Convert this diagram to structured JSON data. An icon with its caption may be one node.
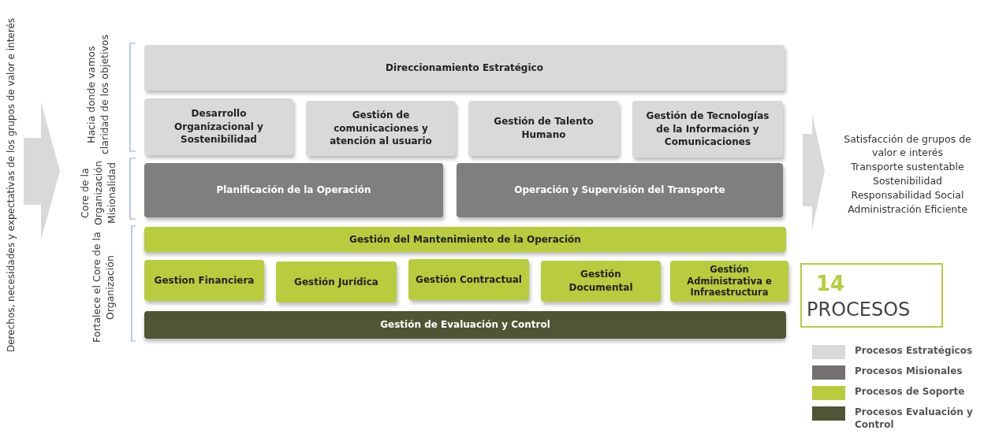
{
  "diagram": {
    "nodes": [
      {
        "text": [
          "Direccionamiento Estratégico"
        ]
      },
      {
        "text": [
          "Desarrollo Organizacional y Sostenibilidad"
        ]
      },
      {
        "text": [
          "Gestión de comunicaciones y atención al usuario"
        ]
      },
      {
        "text": [
          "Gestión de Talento Humano"
        ]
      },
      {
        "text": [
          "Gestión de Tecnologías de la Información y Comunicaciones"
        ]
      },
      {
        "text": [
          "Planificación de la Operación"
        ]
      },
      {
        "text": [
          "Operación y Supervisión del Transporte"
        ]
      },
      {
        "text": [
          "Gestión del Mantenimiento de la Operación"
        ]
      },
      {
        "text": [
          "Gestion Financiera"
        ]
      },
      {
        "text": [
          "Gestión Jurídica"
        ]
      },
      {
        "text": [
          "Gestión Contractual"
        ]
      },
      {
        "text": [
          "Gestión Documental"
        ]
      },
      {
        "text": [
          "Gestión Administrativa e Infraestructura"
        ]
      },
      {
        "text": [
          "Gestión de Evaluación y Control"
        ]
      },
      {
        "text": [
          "14",
          "PROCESOS"
        ]
      }
    ],
    "edges": [],
    "labels": [
      "Derechos, necesidades y expectativas de los grupos de valor e interés",
      "Hacia donde vamos claridad de los objetivos",
      "Core de la Organización Misionalidad",
      "Fortalece el Core de la Organización",
      "Satisfacción de grupos de valor e interés",
      "Transporte sustentable",
      "Sostenibilidad",
      "Responsabilidad Social",
      "Administración Eficiente"
    ],
    "legend": [
      {
        "text": "Procesos Estratégicos",
        "color": "#d9d9d9"
      },
      {
        "text": "Procesos Misionales",
        "color": "#757070"
      },
      {
        "text": "Procesos de Soporte",
        "color": "#b8cc3d"
      },
      {
        "text": "Procesos Evaluación y Control",
        "color": "#4f5535"
      }
    ]
  }
}
